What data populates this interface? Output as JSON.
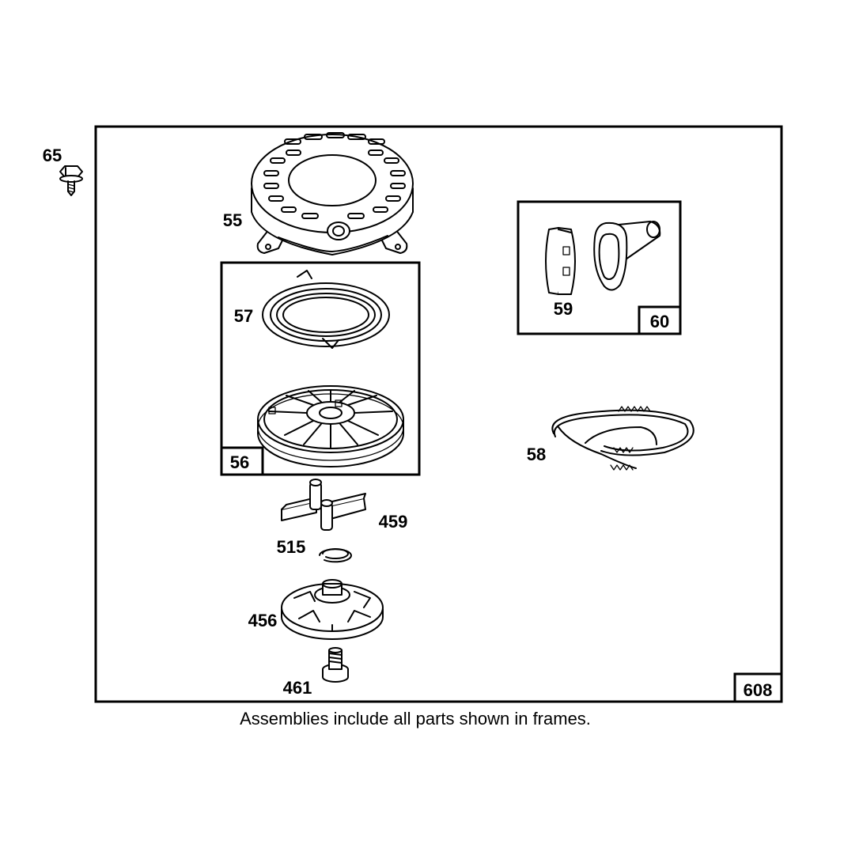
{
  "labels": {
    "p65": "65",
    "p55": "55",
    "p57": "57",
    "p56": "56",
    "p59": "59",
    "p60": "60",
    "p58": "58",
    "p459": "459",
    "p515": "515",
    "p456": "456",
    "p461": "461",
    "p608": "608"
  },
  "caption": "Assemblies include all parts shown in frames."
}
